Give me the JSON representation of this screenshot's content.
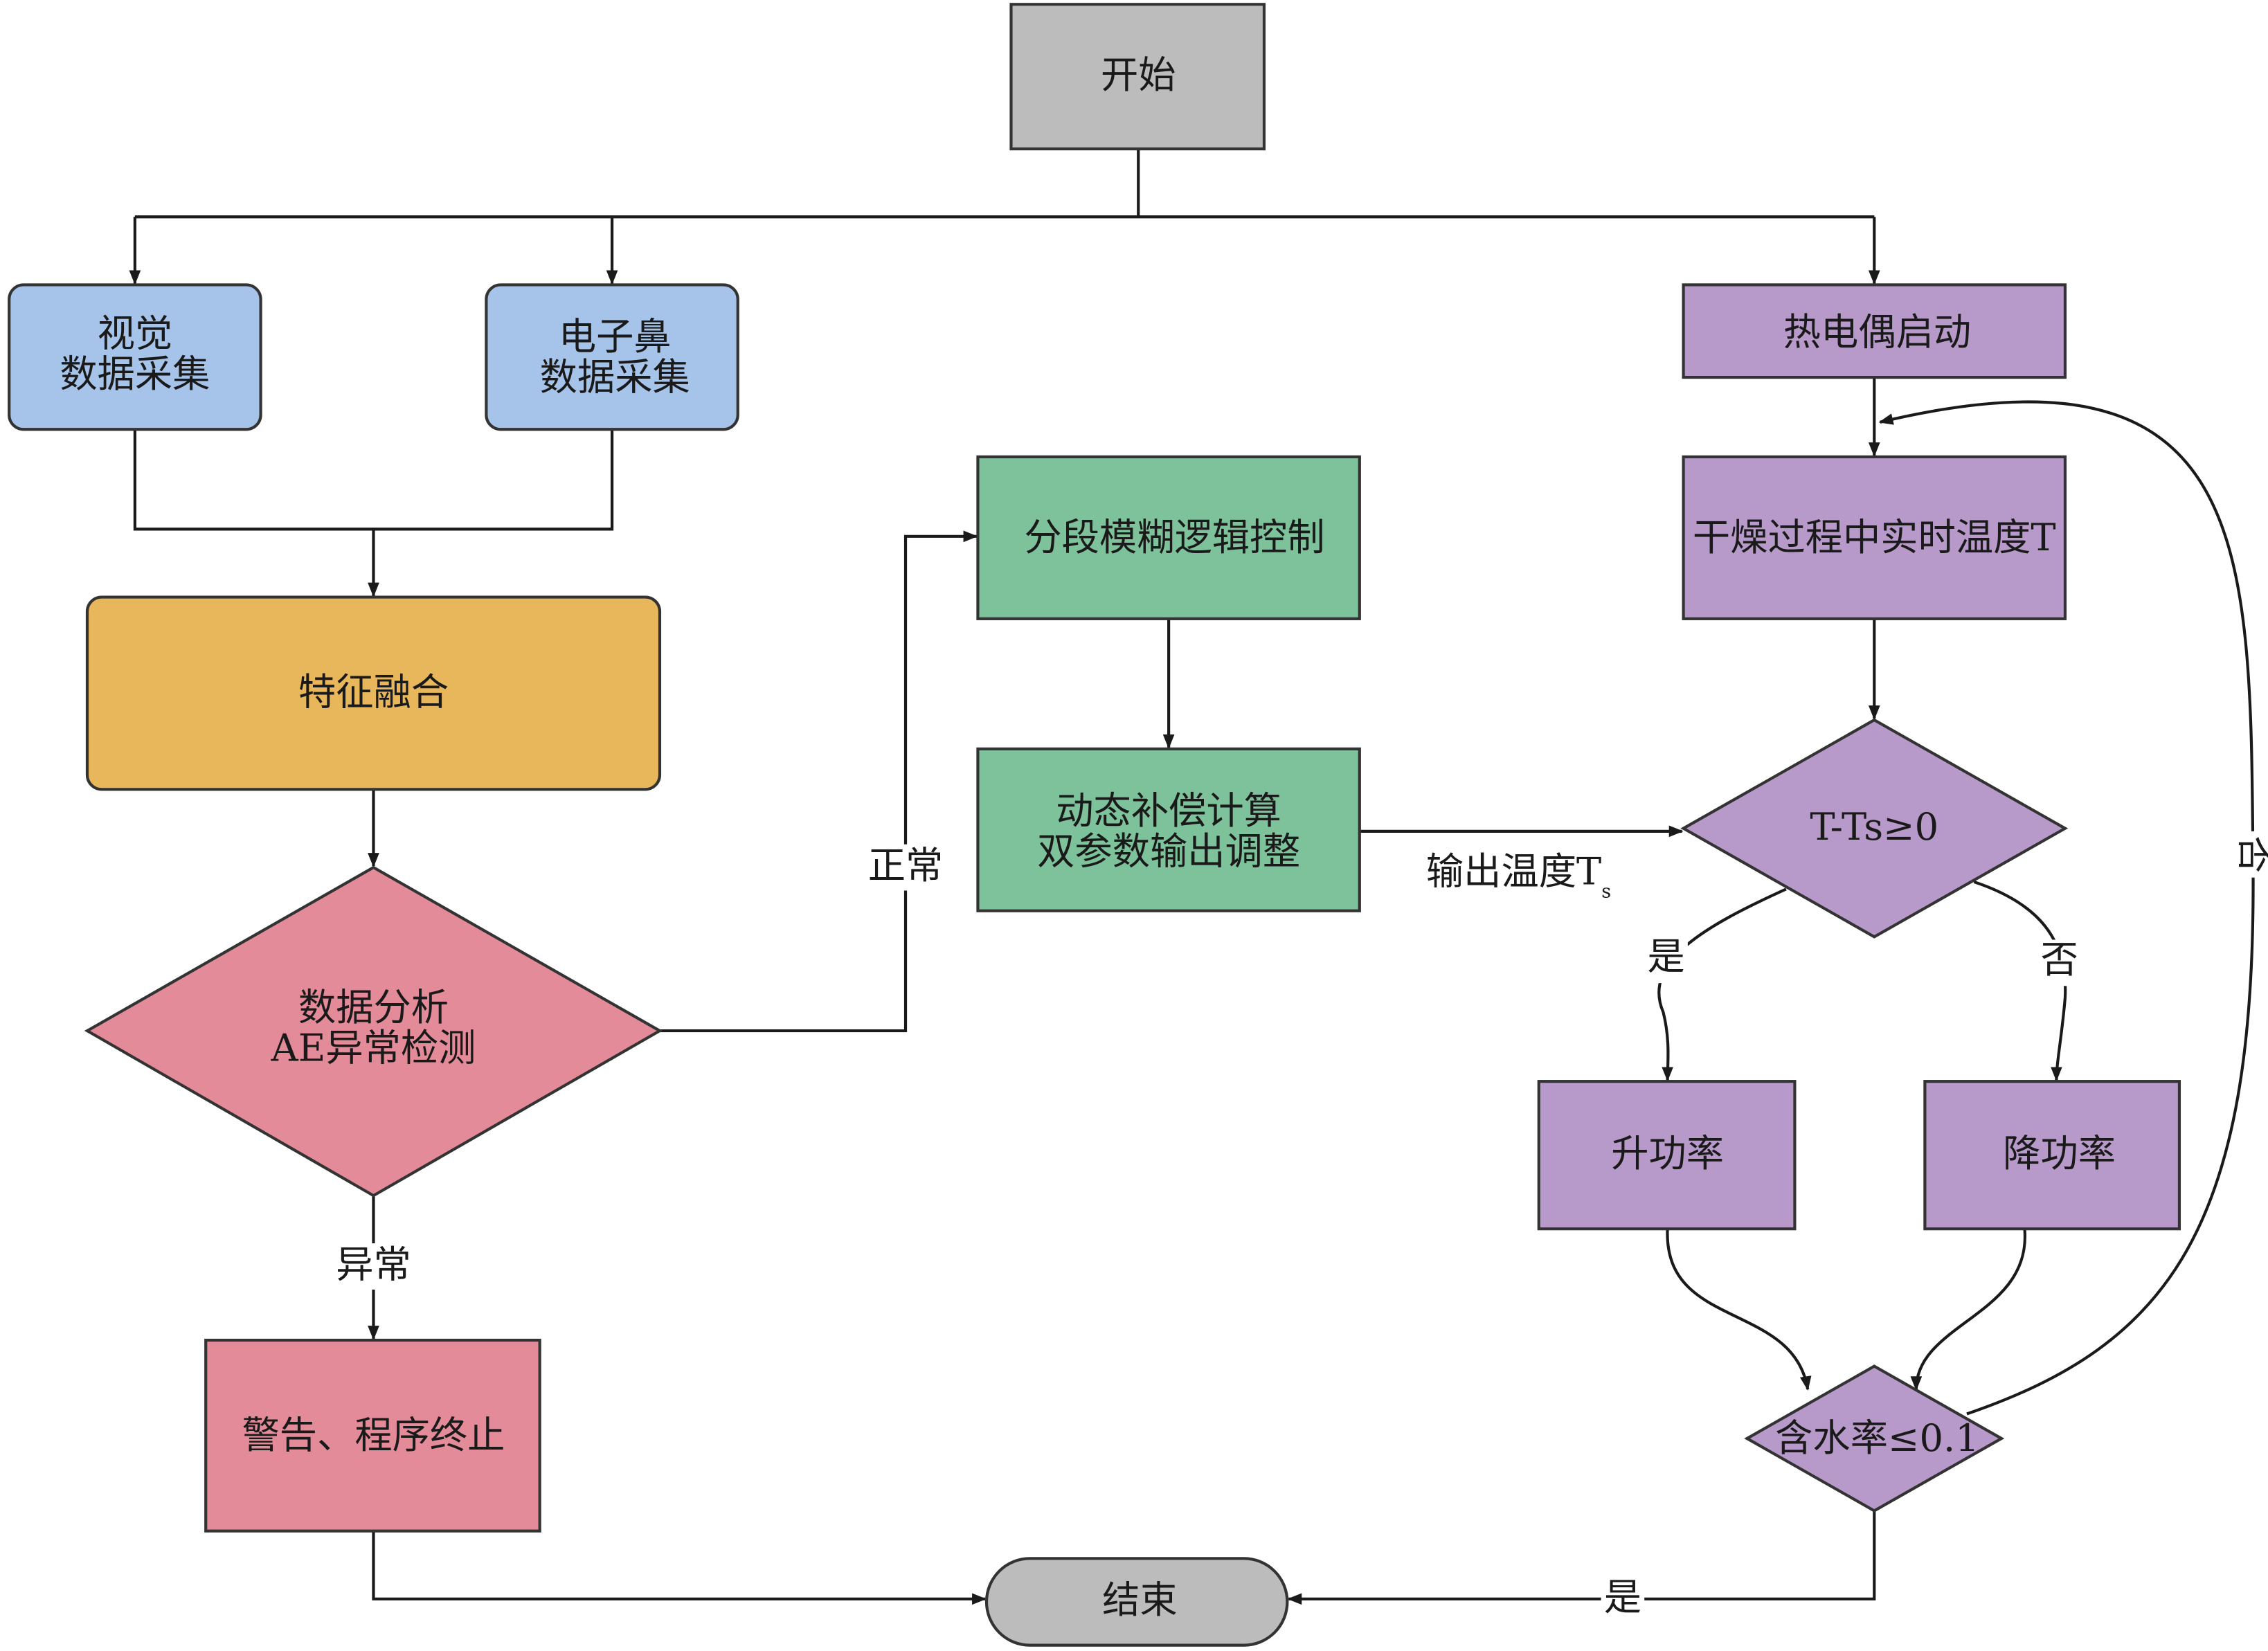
{
  "nodes": {
    "start": "开始",
    "vision": [
      "视觉",
      "数据采集"
    ],
    "enose": [
      "电子鼻",
      "数据采集"
    ],
    "fusion": "特征融合",
    "analysis": [
      "数据分析",
      "AE异常检测"
    ],
    "warning": "警告、程序终止",
    "end": "结束",
    "fuzzy": "分段模糊逻辑控制",
    "dynamic": [
      "动态补偿计算",
      "双参数输出调整"
    ],
    "thermo": "热电偶启动",
    "realtime": "干燥过程中实时温度T",
    "compare": "T-Ts≥0",
    "up": "升功率",
    "down": "降功率",
    "moisture": "含水率≤0.1"
  },
  "labels": {
    "normal": "正常",
    "abnormal": "异常",
    "output_temp": "输出温度T",
    "output_temp_sub": "s",
    "yes1": "是",
    "no1": "否",
    "yes2": "是",
    "no2": "否"
  },
  "colors": {
    "gray": "#bcbcbc",
    "blue": "#a6c3e9",
    "orange": "#e8b65b",
    "pink": "#e48b99",
    "green": "#7ec29b",
    "purple": "#b79ac9"
  }
}
